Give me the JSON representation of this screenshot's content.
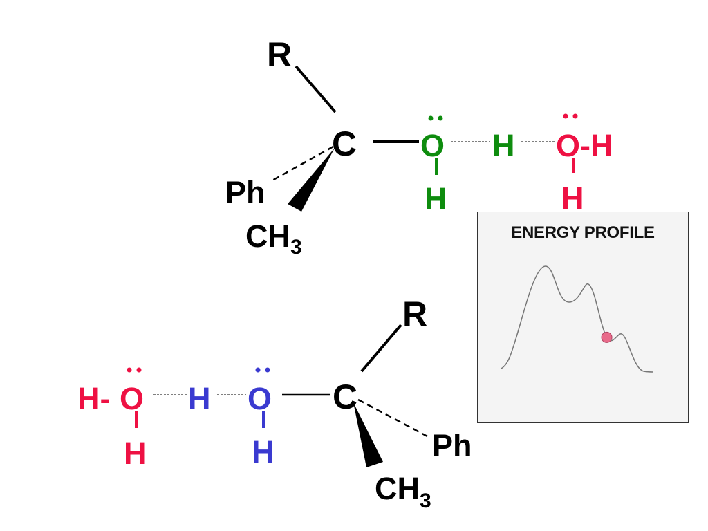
{
  "colors": {
    "substrate": "#000000",
    "leaving_water": "#0e8c0e",
    "attacking_water": "#3a3ad0",
    "solvent_water": "#ee1143",
    "tracker_dot": "#e86b8a"
  },
  "top_molecule": {
    "r_label": "R",
    "carbon_label": "C",
    "ph_label": "Ph",
    "ch3_label": "CH",
    "ch3_sub": "3",
    "green_o": "O",
    "green_h_below": "H",
    "green_h_bridge": "H",
    "red_o": "O",
    "red_h_right": "-H",
    "red_h_below": "H"
  },
  "bottom_molecule": {
    "red_h_left": "H-",
    "red_o": "O",
    "red_h_below": "H",
    "blue_h_bridge": "H",
    "blue_o": "O",
    "blue_h_below": "H",
    "carbon_label": "C",
    "r_label": "R",
    "ph_label": "Ph",
    "ch3_label": "CH",
    "ch3_sub": "3"
  },
  "energy_profile": {
    "title": "ENERGY PROFILE",
    "marker_position": 0.77
  }
}
